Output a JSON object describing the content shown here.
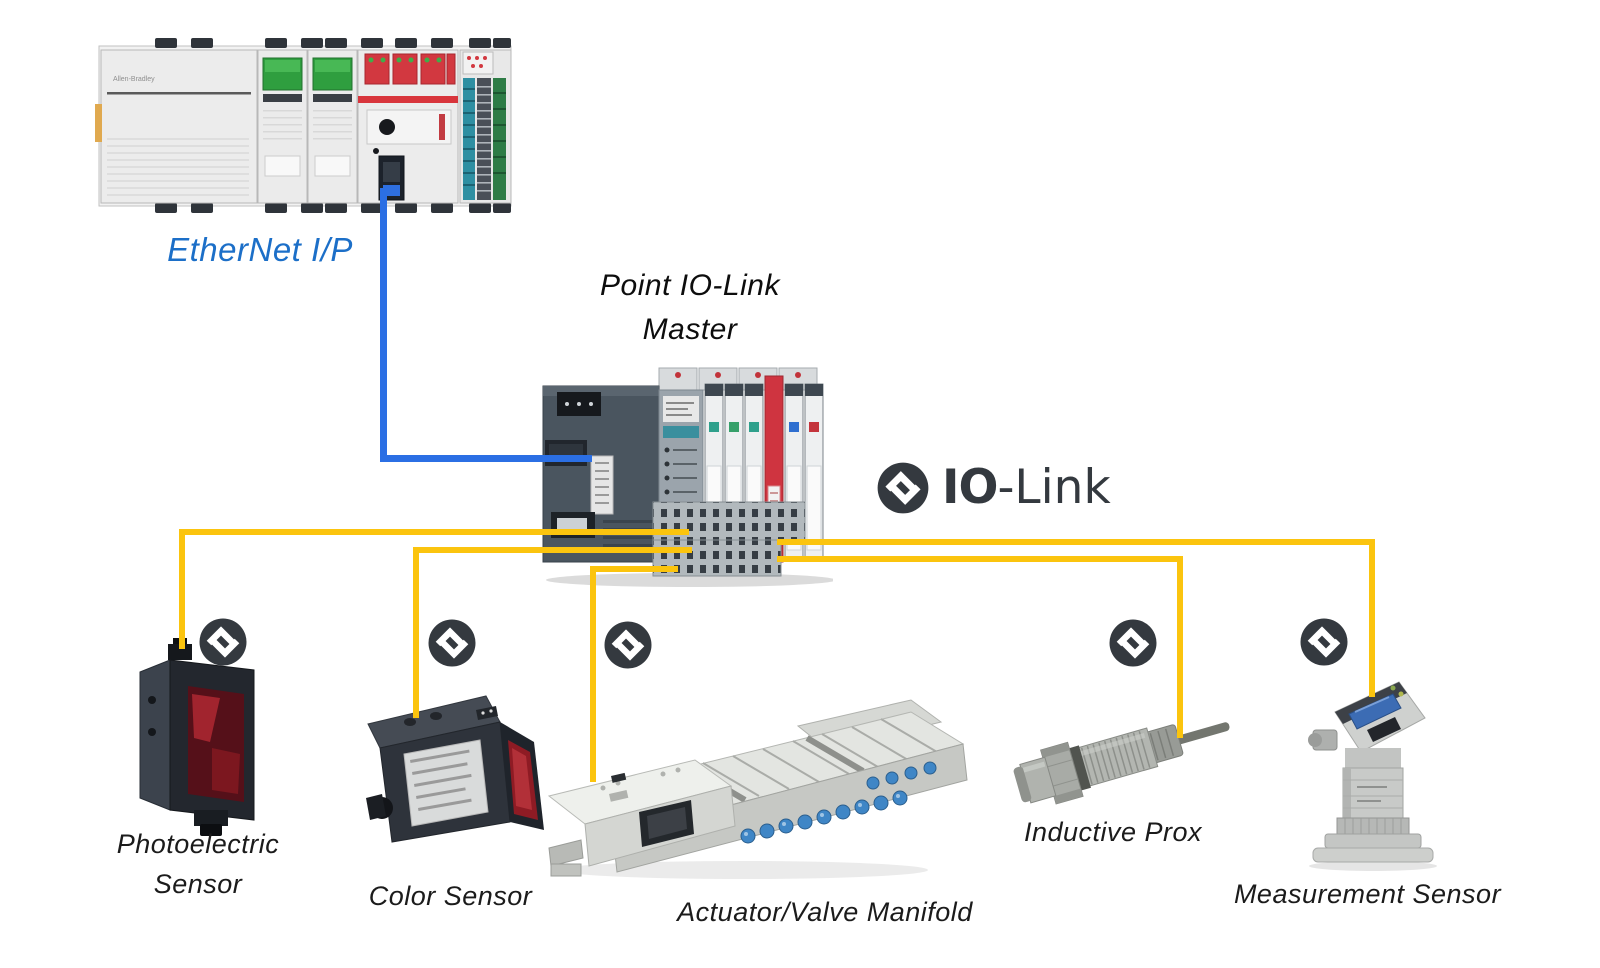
{
  "diagram": {
    "plc": {
      "caption": "EtherNet I/P"
    },
    "master": {
      "caption_line1": "Point IO-Link",
      "caption_line2": "Master"
    },
    "iolink_brand": {
      "bold": "IO",
      "rest": "-Link"
    },
    "devices": [
      {
        "id": "photoelectric-sensor",
        "caption_line1": "Photoelectric",
        "caption_line2": "Sensor"
      },
      {
        "id": "color-sensor",
        "caption": "Color Sensor"
      },
      {
        "id": "valve-manifold",
        "caption": "Actuator/Valve Manifold"
      },
      {
        "id": "inductive-prox",
        "caption": "Inductive Prox"
      },
      {
        "id": "measurement-sensor",
        "caption": "Measurement Sensor"
      }
    ],
    "colors": {
      "iolink_wire_yellow": "#FBC40E",
      "ethernet_wire_blue": "#2B6FE4",
      "ethernet_text_blue": "#1C6FC8",
      "iolink_brand_dark": "#34393F",
      "label_text": "#1B1B1B"
    }
  }
}
